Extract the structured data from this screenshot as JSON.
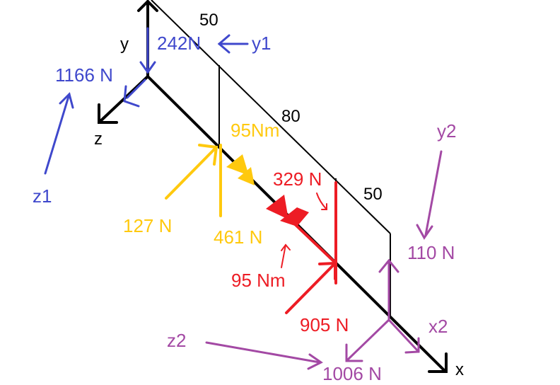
{
  "colors": {
    "black": "#000000",
    "blue": "#3f48cc",
    "yellow": "#ffc90e",
    "red": "#ed1c24",
    "purple": "#a349a4"
  },
  "axes": {
    "x": "x",
    "y": "y",
    "z": "z"
  },
  "dims": {
    "d1": "50",
    "d2": "80",
    "d3": "50"
  },
  "bearing1": {
    "f_y": "242N",
    "y_label": "y1",
    "f_z": "1166 N",
    "z_label": "z1"
  },
  "gear1": {
    "moment": "95Nm",
    "f_tan": "127 N",
    "f_rad": "461 N"
  },
  "gear2": {
    "f_a": "329 N",
    "moment": "95 Nm",
    "f_b": "905 N"
  },
  "bearing2": {
    "y_label": "y2",
    "f_y": "110 N",
    "x_label": "x2",
    "z_label": "z2",
    "f_z": "1006 N"
  }
}
